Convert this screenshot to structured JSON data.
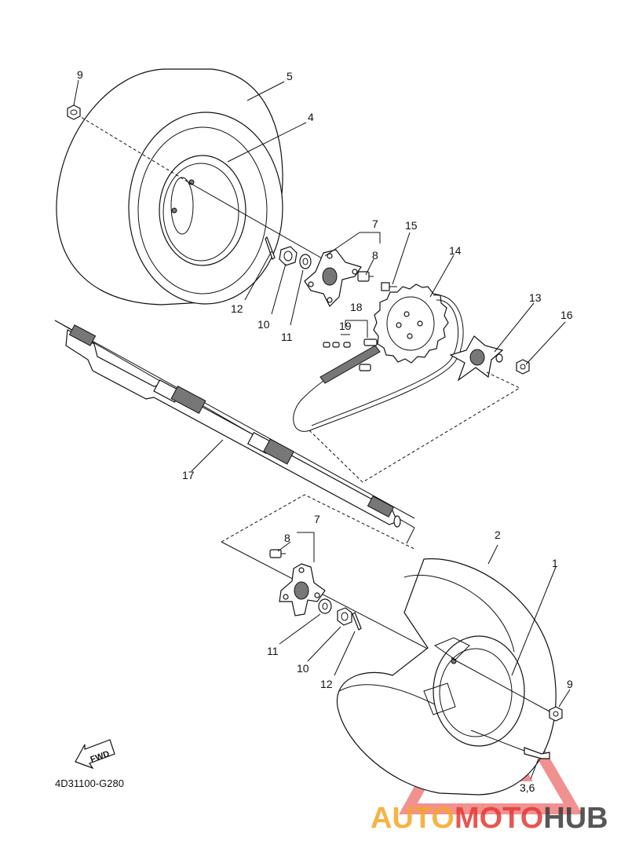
{
  "diagram_code": "4D31100-G280",
  "fwd_label": "FWD",
  "watermark": {
    "part1": "AUTO",
    "part2": "MOTO",
    "part3": "HUB",
    "color_orange": "#f5a623",
    "color_red": "#e53935",
    "color_dark": "#3a3a3a"
  },
  "callouts": {
    "c1": "1",
    "c2": "2",
    "c36": "3,6",
    "c4": "4",
    "c5": "5",
    "c7a": "7",
    "c7b": "7",
    "c8a": "8",
    "c8b": "8",
    "c9a": "9",
    "c9b": "9",
    "c10a": "10",
    "c10b": "10",
    "c11a": "11",
    "c11b": "11",
    "c12a": "12",
    "c12b": "12",
    "c13": "13",
    "c14": "14",
    "c15": "15",
    "c16": "16",
    "c17": "17",
    "c18": "18",
    "c19": "19"
  }
}
